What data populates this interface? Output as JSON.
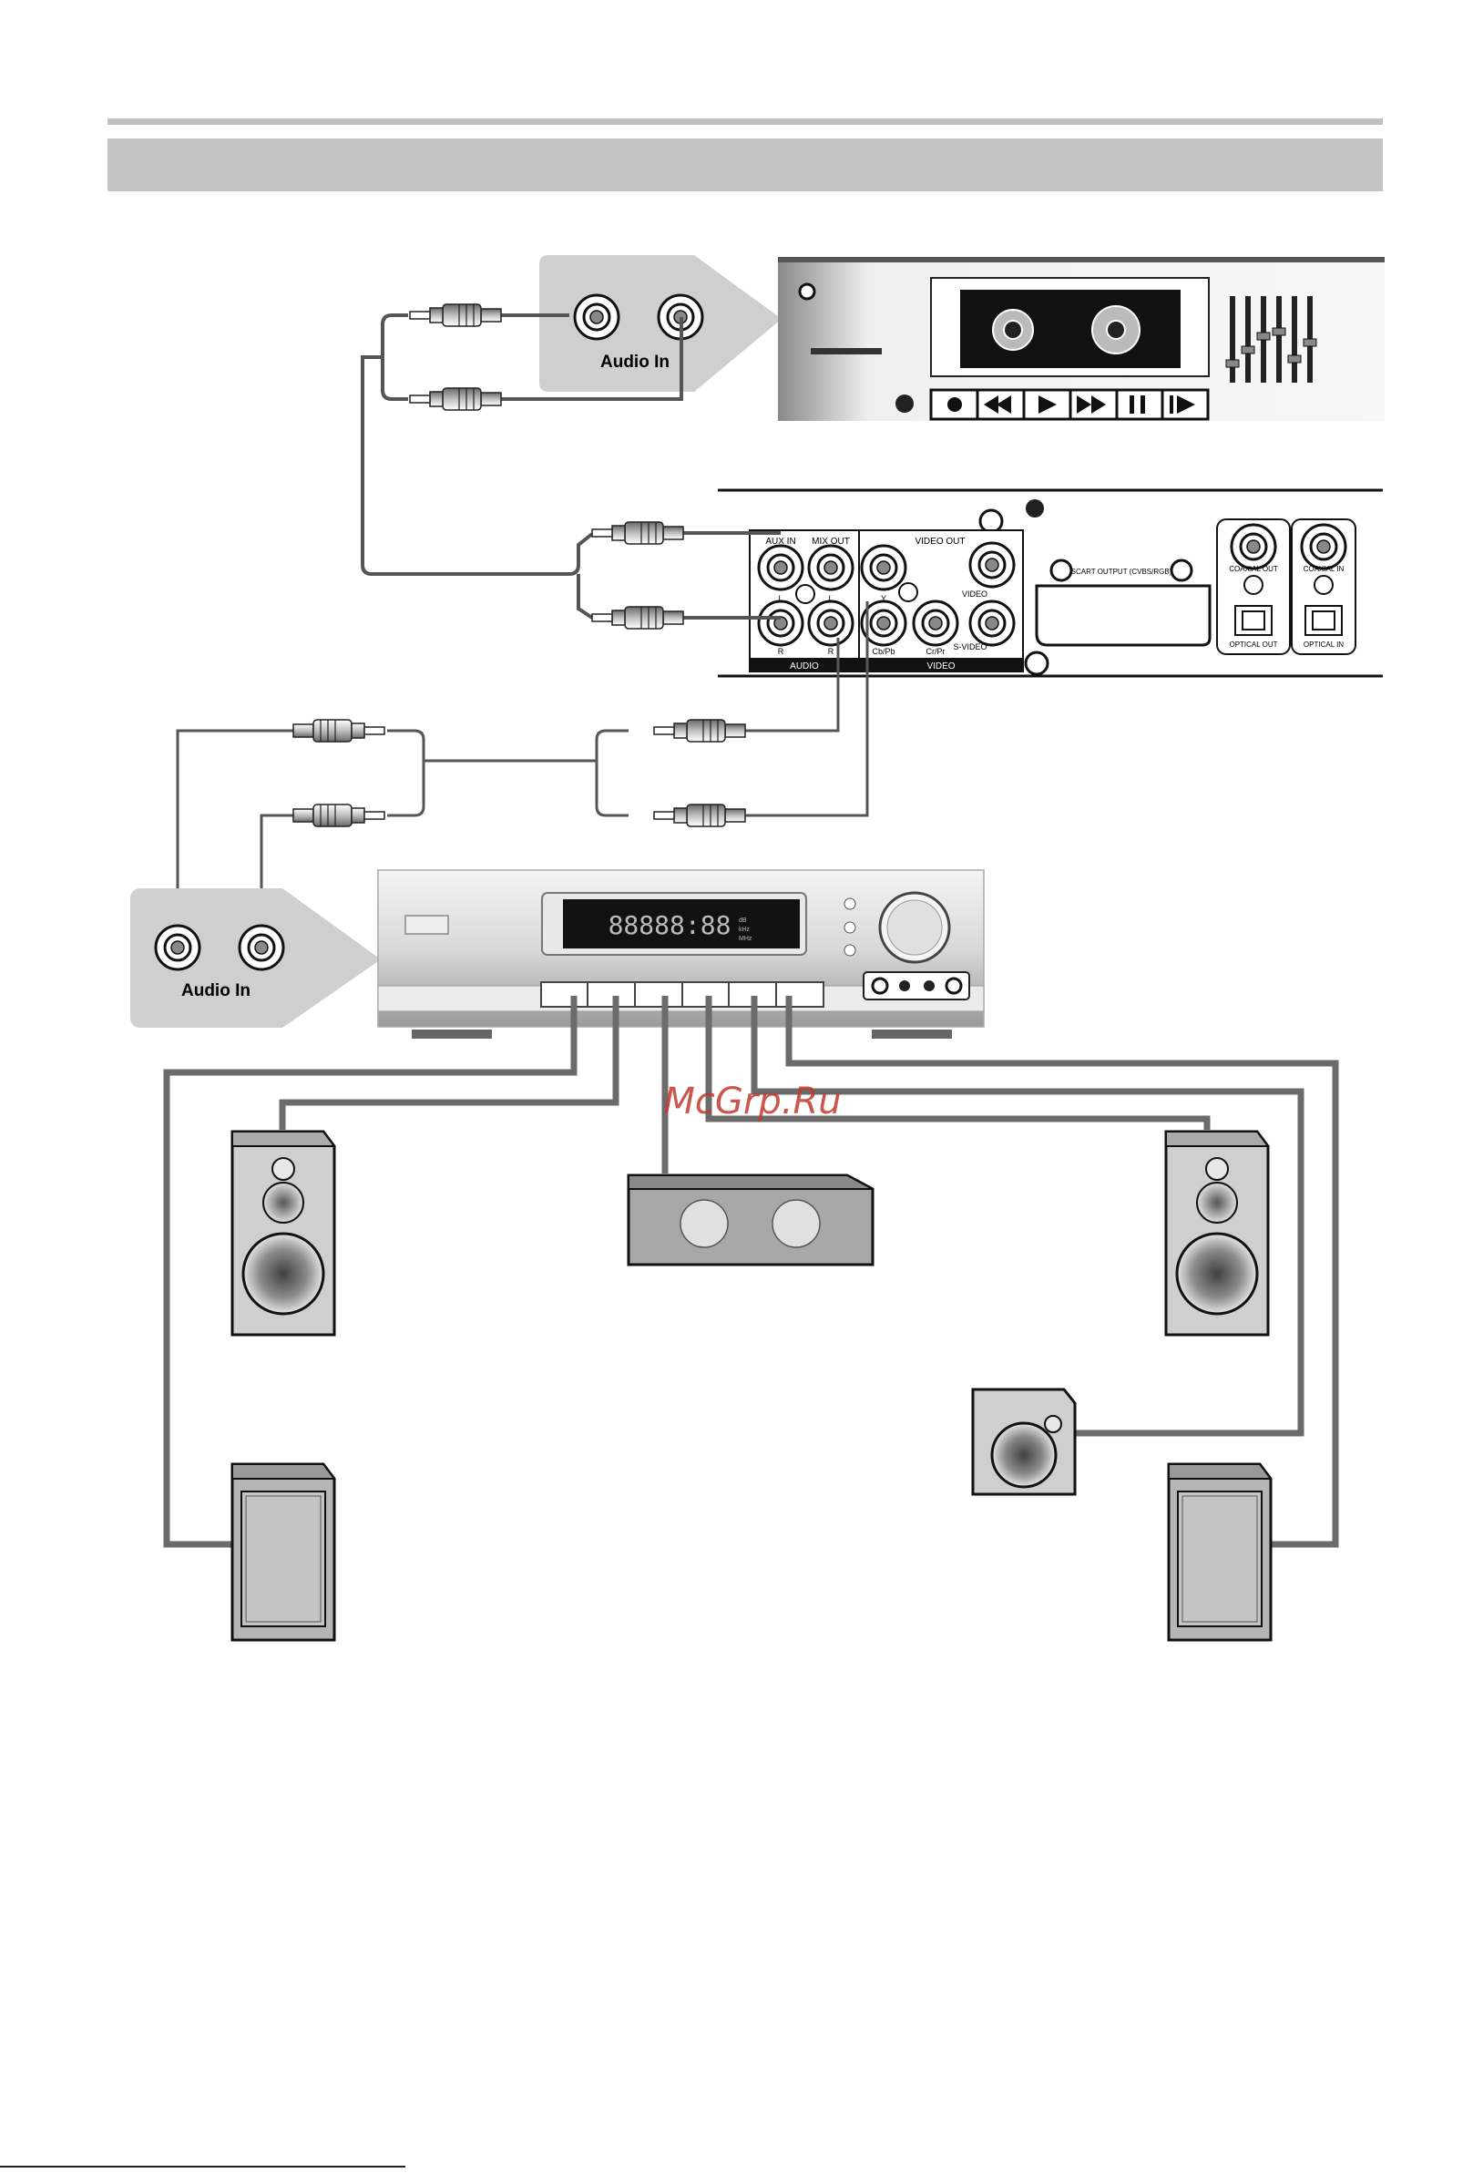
{
  "deck_panel": {
    "audio_in": "Audio In"
  },
  "receiver_panel": {
    "audio_in": "Audio In"
  },
  "dvd_rear": {
    "aux_in": "AUX IN",
    "mix_out": "MIX OUT",
    "video_out": "VIDEO OUT",
    "l1": "L",
    "l2": "L",
    "r1": "R",
    "r2": "R",
    "y": "Y",
    "cbpb": "Cb/Pb",
    "crpr": "Cr/Pr",
    "video": "VIDEO",
    "svideo": "S-VIDEO",
    "audio_bar": "AUDIO",
    "video_bar": "VIDEO",
    "scart": "SCART OUTPUT (CVBS/RGB)",
    "coaxial_out": "COAXIAL OUT",
    "coaxial_in": "COAXIAL IN",
    "optical_out": "OPTICAL OUT",
    "optical_in": "OPTICAL IN"
  },
  "receiver_display": "88888:88",
  "receiver_display_small": [
    "dB",
    "kHz",
    "MHz"
  ],
  "watermark": "McGrp.Ru",
  "colors": {
    "header_band": "#c4c4c4",
    "panel_gray": "#cfcfcf",
    "wire": "#555555",
    "watermark": "#c0392b"
  }
}
